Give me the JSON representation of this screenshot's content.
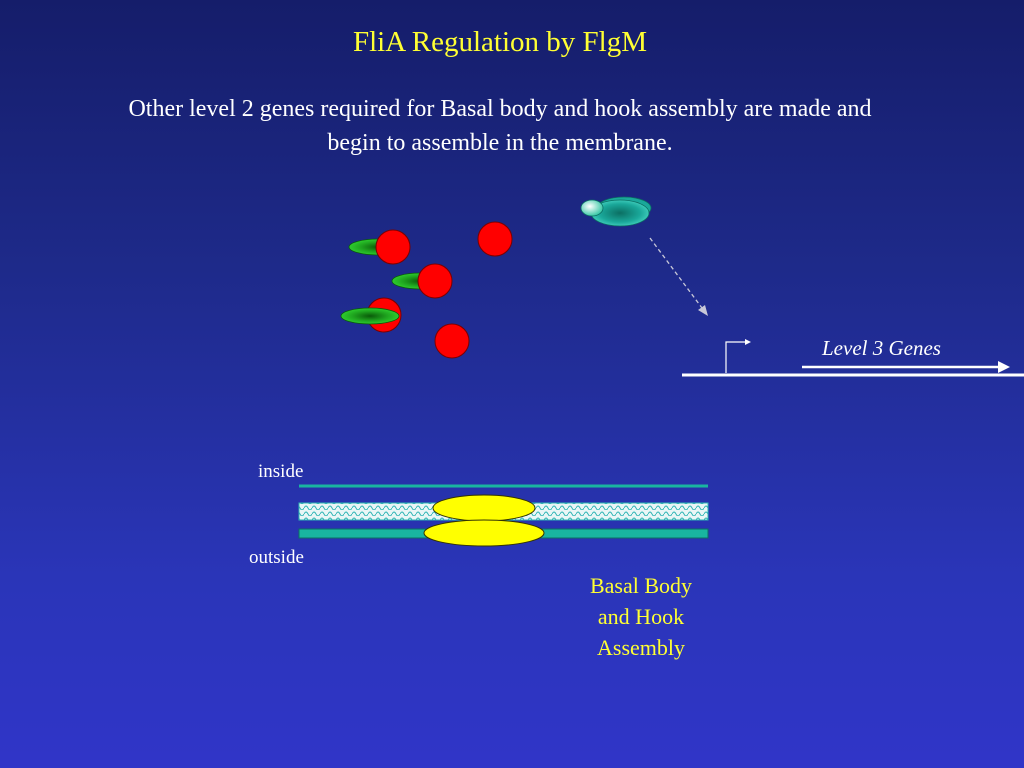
{
  "slide": {
    "title": "FliA Regulation by FlgM",
    "subtitle": "Other level 2 genes required for Basal body and hook assembly are made and begin to assemble in the membrane."
  },
  "labels": {
    "inside": "inside",
    "outside": "outside",
    "level3_genes": "Level 3 Genes",
    "basal_body_lines": [
      "Basal Body",
      "and Hook",
      "Assembly"
    ]
  },
  "colors": {
    "title": "#ffff33",
    "body_text": "#ffffff",
    "flgm_red": "#ff0000",
    "flia_green": "#1fae1f",
    "rna_polymerase_teal": "#1aa89a",
    "membrane_teal": "#19b5a0",
    "basal_body_yellow": "#ffff00"
  }
}
